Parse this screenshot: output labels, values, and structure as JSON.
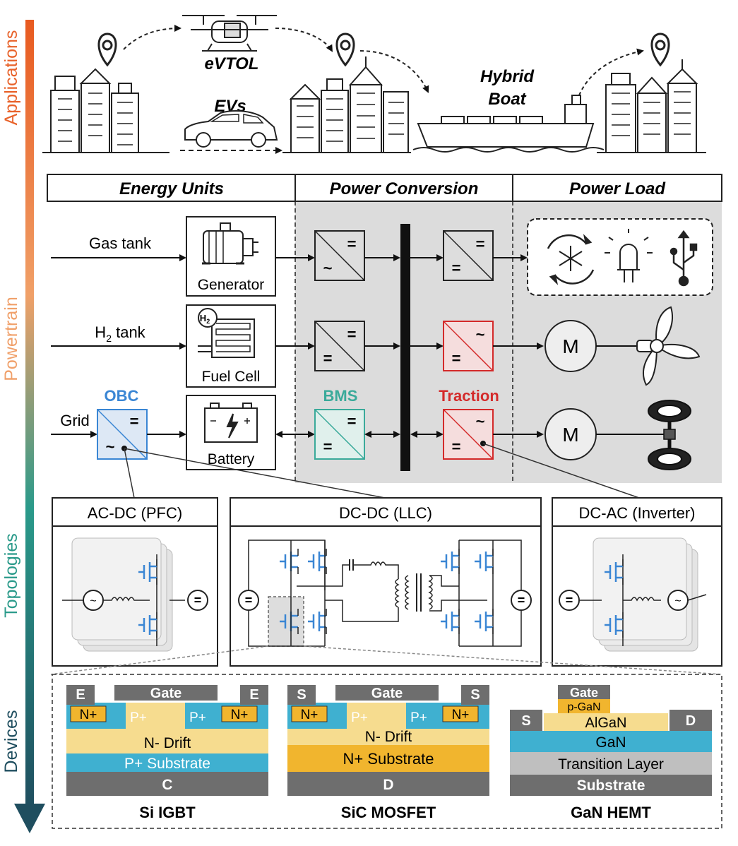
{
  "stages": {
    "applications": "Applications",
    "powertrain": "Powertrain",
    "topologies": "Topologies",
    "devices": "Devices"
  },
  "stage_colors": {
    "applications": "#e8622a",
    "powertrain": "#f0a06a",
    "topologies": "#2a9a8a",
    "devices": "#1f4e5f"
  },
  "applications": {
    "evtol": "eVTOL",
    "evs": "EVs",
    "hybrid_boat_line1": "Hybrid",
    "hybrid_boat_line2": "Boat"
  },
  "headers": {
    "energy_units": "Energy Units",
    "power_conversion": "Power Conversion",
    "power_load": "Power Load"
  },
  "sources": {
    "gas_tank": "Gas tank",
    "h2_tank_prefix": "H",
    "h2_tank_sub": "2",
    "h2_tank_suffix": " tank",
    "grid": "Grid"
  },
  "units": {
    "generator": "Generator",
    "fuel_cell": "Fuel Cell",
    "battery": "Battery",
    "h2_icon": "H",
    "h2_icon_sub": "2"
  },
  "converter_labels": {
    "obc": "OBC",
    "bms": "BMS",
    "traction": "Traction"
  },
  "converter_colors": {
    "obc": "#3a86d4",
    "bms": "#3aaa9a",
    "traction": "#d42a2a"
  },
  "motor_label": "M",
  "topologies": {
    "ac_dc": "AC-DC (PFC)",
    "dc_dc": "DC-DC (LLC)",
    "dc_ac": "DC-AC (Inverter)"
  },
  "devices": {
    "si_igbt": {
      "name": "Si IGBT",
      "layers": [
        "E",
        "Gate",
        "E",
        "N+",
        "P+",
        "P+",
        "N+",
        "N- Drift",
        "P+ Substrate",
        "C"
      ]
    },
    "sic_mosfet": {
      "name": "SiC MOSFET",
      "layers": [
        "S",
        "Gate",
        "S",
        "N+",
        "P+",
        "P+",
        "N+",
        "N- Drift",
        "N+ Substrate",
        "D"
      ]
    },
    "gan_hemt": {
      "name": "GaN HEMT",
      "layers": [
        "Gate",
        "p-GaN",
        "S",
        "AlGaN",
        "D",
        "GaN",
        "Transition Layer",
        "Substrate"
      ]
    }
  },
  "device_colors": {
    "metal": "#6e6e6e",
    "n_plus": "#f1b52e",
    "p_plus": "#3fb0d0",
    "drift": "#f6dc8f",
    "gan": "#3fb0d0",
    "transition": "#bfbfbf"
  }
}
